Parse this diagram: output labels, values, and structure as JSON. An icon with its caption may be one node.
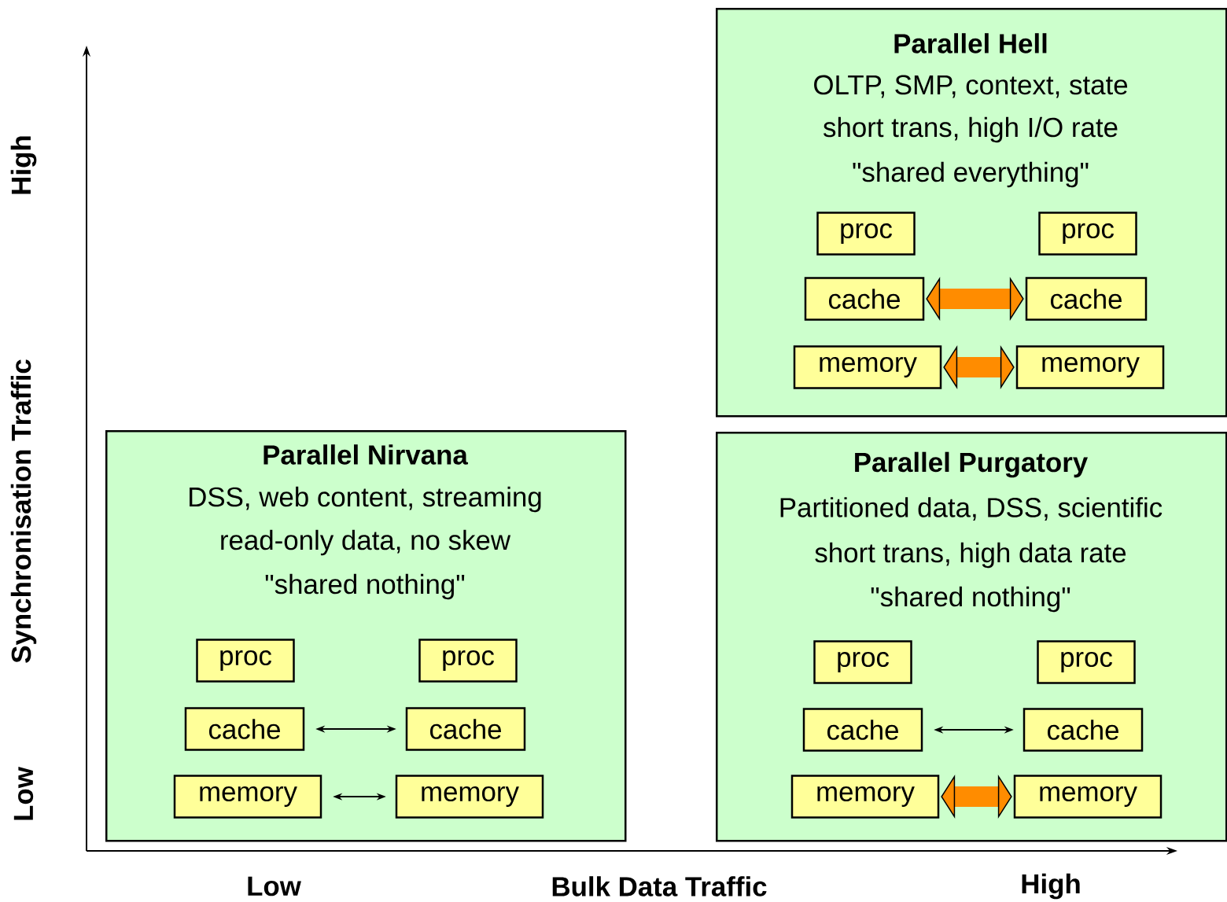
{
  "diagram": {
    "nodes": [
      {
        "text": [
          "Parallel Hell",
          "OLTP, SMP, context, state",
          "short trans, high I/O rate",
          "\"shared everything\""
        ]
      },
      {
        "text": [
          "proc"
        ],
        "in": 0
      },
      {
        "text": [
          "proc"
        ],
        "in": 0
      },
      {
        "text": [
          "cache"
        ],
        "in": 0
      },
      {
        "text": [
          "cache"
        ],
        "in": 0
      },
      {
        "text": [
          "memory"
        ],
        "in": 0
      },
      {
        "text": [
          "memory"
        ],
        "in": 0
      },
      {
        "text": [
          "Parallel Nirvana",
          "DSS, web content, streaming",
          "read-only data, no skew",
          "\"shared nothing\""
        ]
      },
      {
        "text": [
          "proc"
        ],
        "in": 7
      },
      {
        "text": [
          "proc"
        ],
        "in": 7
      },
      {
        "text": [
          "cache"
        ],
        "in": 7
      },
      {
        "text": [
          "cache"
        ],
        "in": 7
      },
      {
        "text": [
          "memory"
        ],
        "in": 7
      },
      {
        "text": [
          "memory"
        ],
        "in": 7
      },
      {
        "text": [
          "Parallel Purgatory",
          "Partitioned data, DSS, scientific",
          "short trans, high data rate",
          "\"shared nothing\""
        ]
      },
      {
        "text": [
          "proc"
        ],
        "in": 14
      },
      {
        "text": [
          "proc"
        ],
        "in": 14
      },
      {
        "text": [
          "cache"
        ],
        "in": 14
      },
      {
        "text": [
          "cache"
        ],
        "in": 14
      },
      {
        "text": [
          "memory"
        ],
        "in": 14
      },
      {
        "text": [
          "memory"
        ],
        "in": 14
      }
    ],
    "edges": [
      {
        "from": 3,
        "to": 4,
        "arrow": "both",
        "style": "thick",
        "color": "#ff8c00"
      },
      {
        "from": 5,
        "to": 6,
        "arrow": "both",
        "style": "thick",
        "color": "#ff8c00"
      },
      {
        "from": 10,
        "to": 11,
        "arrow": "both",
        "color": "#000000"
      },
      {
        "from": 12,
        "to": 13,
        "arrow": "both",
        "color": "#000000"
      },
      {
        "from": 17,
        "to": 18,
        "arrow": "both",
        "color": "#000000"
      },
      {
        "from": 19,
        "to": 20,
        "arrow": "both",
        "style": "thick",
        "color": "#ff8c00"
      }
    ],
    "labels": [
      "High",
      "Synchronisation Traffic",
      "Low",
      "Low",
      "Bulk Data Traffic",
      "High"
    ]
  }
}
